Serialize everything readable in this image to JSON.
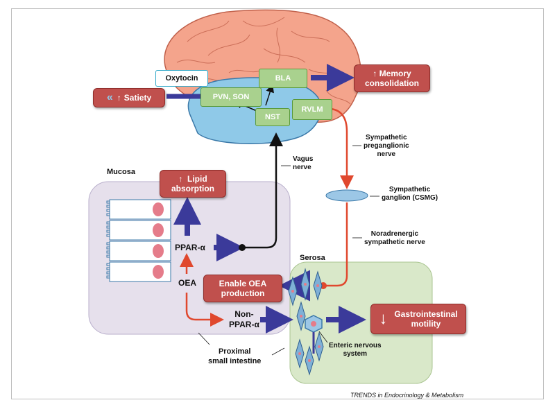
{
  "brain_regions": {
    "oxytocin": "Oxytocin",
    "pvn_son": "PVN, SON",
    "bla": "BLA",
    "nst": "NST",
    "rvlm": "RVLM"
  },
  "outcomes": {
    "memory": {
      "arrow": "↑",
      "line1": "Memory",
      "line2": "consolidation"
    },
    "satiety": {
      "chevron": "«",
      "arrow": "↑",
      "text": "Satiety"
    },
    "lipid": {
      "arrow": "↑",
      "line1": "Lipid",
      "line2": "absorption"
    },
    "enable_oea": {
      "line1": "Enable OEA",
      "line2": "production"
    },
    "gi": {
      "arrow": "↓",
      "line1": "Gastrointestinal",
      "line2": "motility"
    }
  },
  "labels": {
    "mucosa": "Mucosa",
    "serosa": "Serosa",
    "ppar": "PPAR-α",
    "oea": "OEA",
    "non_ppar_1": "Non-",
    "non_ppar_2": "PPAR-α",
    "vagus_1": "Vagus",
    "vagus_2": "nerve",
    "symp_pre_1": "Sympathetic",
    "symp_pre_2": "preganglionic",
    "symp_pre_3": "nerve",
    "symp_gang_1": "Sympathetic",
    "symp_gang_2": "ganglion (CSMG)",
    "noradr_1": "Noradrenergic",
    "noradr_2": "sympathetic nerve",
    "enteric_1": "Enteric nervous",
    "enteric_2": "system",
    "proximal_1": "Proximal",
    "proximal_2": "small intestine"
  },
  "footer": "TRENDS in Endocrinology & Metabolism",
  "colors": {
    "brain": "#f4a48c",
    "brainstem": "#8fc9e8",
    "mucosa_bg": "#e6e0ec",
    "serosa_bg": "#d9e8c9",
    "green_box": "#a9d18e",
    "red_box": "#c0504d",
    "blue_arrow": "#3b3a9a",
    "red_arrow": "#e0482e"
  }
}
